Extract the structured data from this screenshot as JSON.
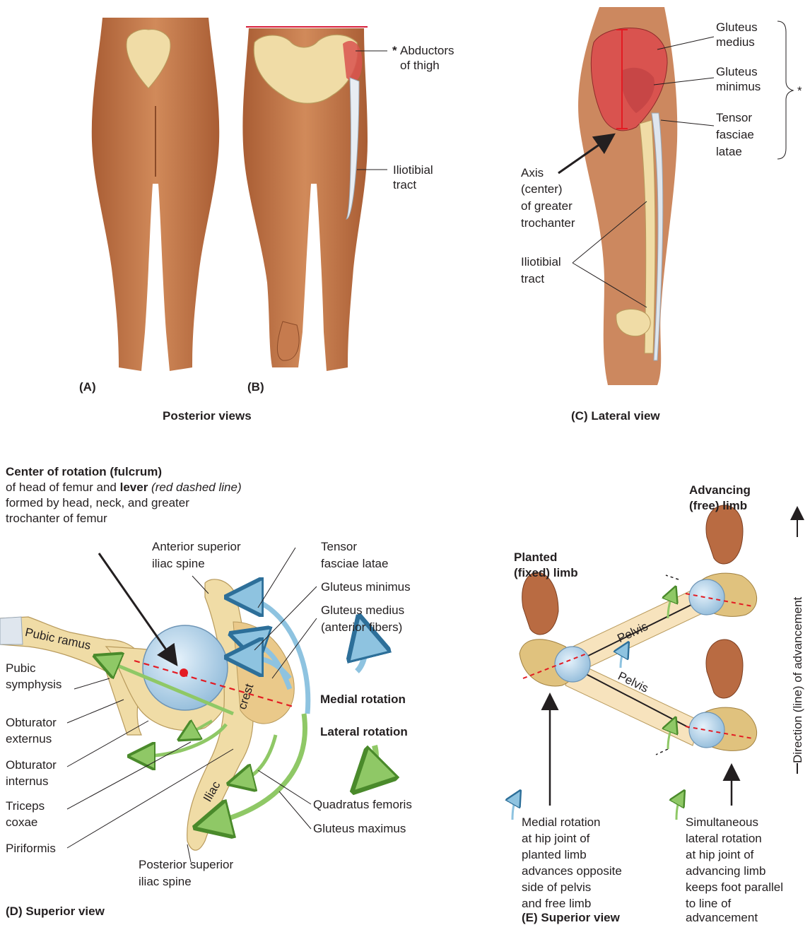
{
  "panels": {
    "a_label": "(A)",
    "b_label": "(B)",
    "ab_caption": "Posterior views",
    "c_caption": "(C) Lateral view",
    "d_caption": "(D) Superior view",
    "e_caption": "(E) Superior view"
  },
  "panel_b": {
    "abductors_star": "*",
    "abductors_line1": "Abductors",
    "abductors_line2": "of thigh",
    "iliotibial_line1": "Iliotibial",
    "iliotibial_line2": "tract"
  },
  "panel_c": {
    "gluteus_medius_1": "Gluteus",
    "gluteus_medius_2": "medius",
    "gluteus_minimus_1": "Gluteus",
    "gluteus_minimus_2": "minimus",
    "tensor_1": "Tensor",
    "tensor_2": "fasciae",
    "tensor_3": "latae",
    "bracket_star": "*",
    "axis_1": "Axis",
    "axis_2": "(center)",
    "axis_3": "of greater",
    "axis_4": "trochanter",
    "iliotibial_1": "Iliotibial",
    "iliotibial_2": "tract"
  },
  "panel_d": {
    "center_title": "Center of rotation (fulcrum)",
    "center_line2_a": "of head of femur and ",
    "center_line2_b": "lever",
    "center_line2_c": " (red dashed line)",
    "center_line3": "formed by head, neck, and greater",
    "center_line4": "trochanter of femur",
    "asis_1": "Anterior superior",
    "asis_2": "iliac spine",
    "tensor_1": "Tensor",
    "tensor_2": "fasciae latae",
    "gmin": "Gluteus minimus",
    "gmed_1": "Gluteus medius",
    "gmed_2": "(anterior fibers)",
    "pubic_ramus": "Pubic ramus",
    "pubic_sym_1": "Pubic",
    "pubic_sym_2": "symphysis",
    "medial_rotation": "Medial rotation",
    "lateral_rotation": "Lateral rotation",
    "obt_ext_1": "Obturator",
    "obt_ext_2": "externus",
    "obt_int_1": "Obturator",
    "obt_int_2": "internus",
    "triceps_1": "Triceps",
    "triceps_2": "coxae",
    "piriformis": "Piriformis",
    "quadratus": "Quadratus femoris",
    "gmax": "Gluteus maximus",
    "crest": "crest",
    "iliac": "Iliac",
    "psis_1": "Posterior superior",
    "psis_2": "iliac spine"
  },
  "panel_e": {
    "advancing_1": "Advancing",
    "advancing_2": "(free) limb",
    "planted_1": "Planted",
    "planted_2": "(fixed) limb",
    "pelvis_top": "Pelvis",
    "pelvis_bottom": "Pelvis",
    "direction": "Direction (line) of advancement",
    "medial_1": "Medial rotation",
    "medial_2": "at hip joint of",
    "medial_3": "planted limb",
    "medial_4": "advances opposite",
    "medial_5": "side of pelvis",
    "medial_6": "and free limb",
    "simul_1": "Simultaneous",
    "simul_2": "lateral rotation",
    "simul_3": "at hip joint of",
    "simul_4": "advancing limb",
    "simul_5": "keeps foot parallel",
    "simul_6": "to line of",
    "simul_7": "advancement"
  },
  "colors": {
    "skin": "#c67b4e",
    "bone": "#f0dca6",
    "muscle_red": "#d9534f",
    "fascia": "#dfe6ee",
    "medial_blue": "#8ec3e0",
    "lateral_green": "#8fc866",
    "lever_red": "#e31b23"
  }
}
